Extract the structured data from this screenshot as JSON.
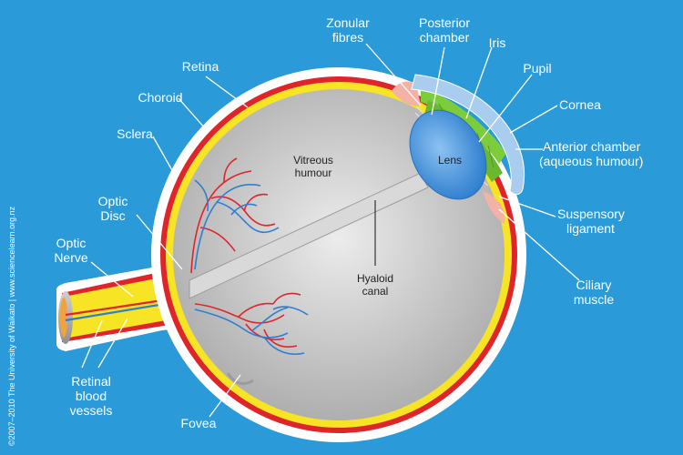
{
  "labels": {
    "zonular_1": "Zonular",
    "zonular_2": "fibres",
    "posterior_1": "Posterior",
    "posterior_2": "chamber",
    "iris": "Iris",
    "pupil": "Pupil",
    "retina": "Retina",
    "choroid": "Choroid",
    "sclera": "Sclera",
    "cornea": "Cornea",
    "anterior_1": "Anterior chamber",
    "anterior_2": "(aqueous humour)",
    "vitreous_1": "Vitreous",
    "vitreous_2": "humour",
    "lens": "Lens",
    "optic_disc_1": "Optic",
    "optic_disc_2": "Disc",
    "optic_nerve_1": "Optic",
    "optic_nerve_2": "Nerve",
    "suspensory_1": "Suspensory",
    "suspensory_2": "ligament",
    "hyaloid_1": "Hyaloid",
    "hyaloid_2": "canal",
    "ciliary_1": "Ciliary",
    "ciliary_2": "muscle",
    "retinal_1": "Retinal",
    "retinal_2": "blood",
    "retinal_3": "vessels",
    "fovea": "Fovea"
  },
  "copyright": "©2007–2010 The University of Waikato | www.sciencelearn.org.nz",
  "colors": {
    "background": "#2a9ad8",
    "sclera": "#ffffff",
    "choroid": "#e0242c",
    "retina": "#f7e425",
    "vitreous": "#c8c8c8",
    "lens": "#3e8fd8",
    "iris": "#7ccc3c",
    "cornea": "#a9cdef",
    "ciliary": "#f4b2a6"
  }
}
